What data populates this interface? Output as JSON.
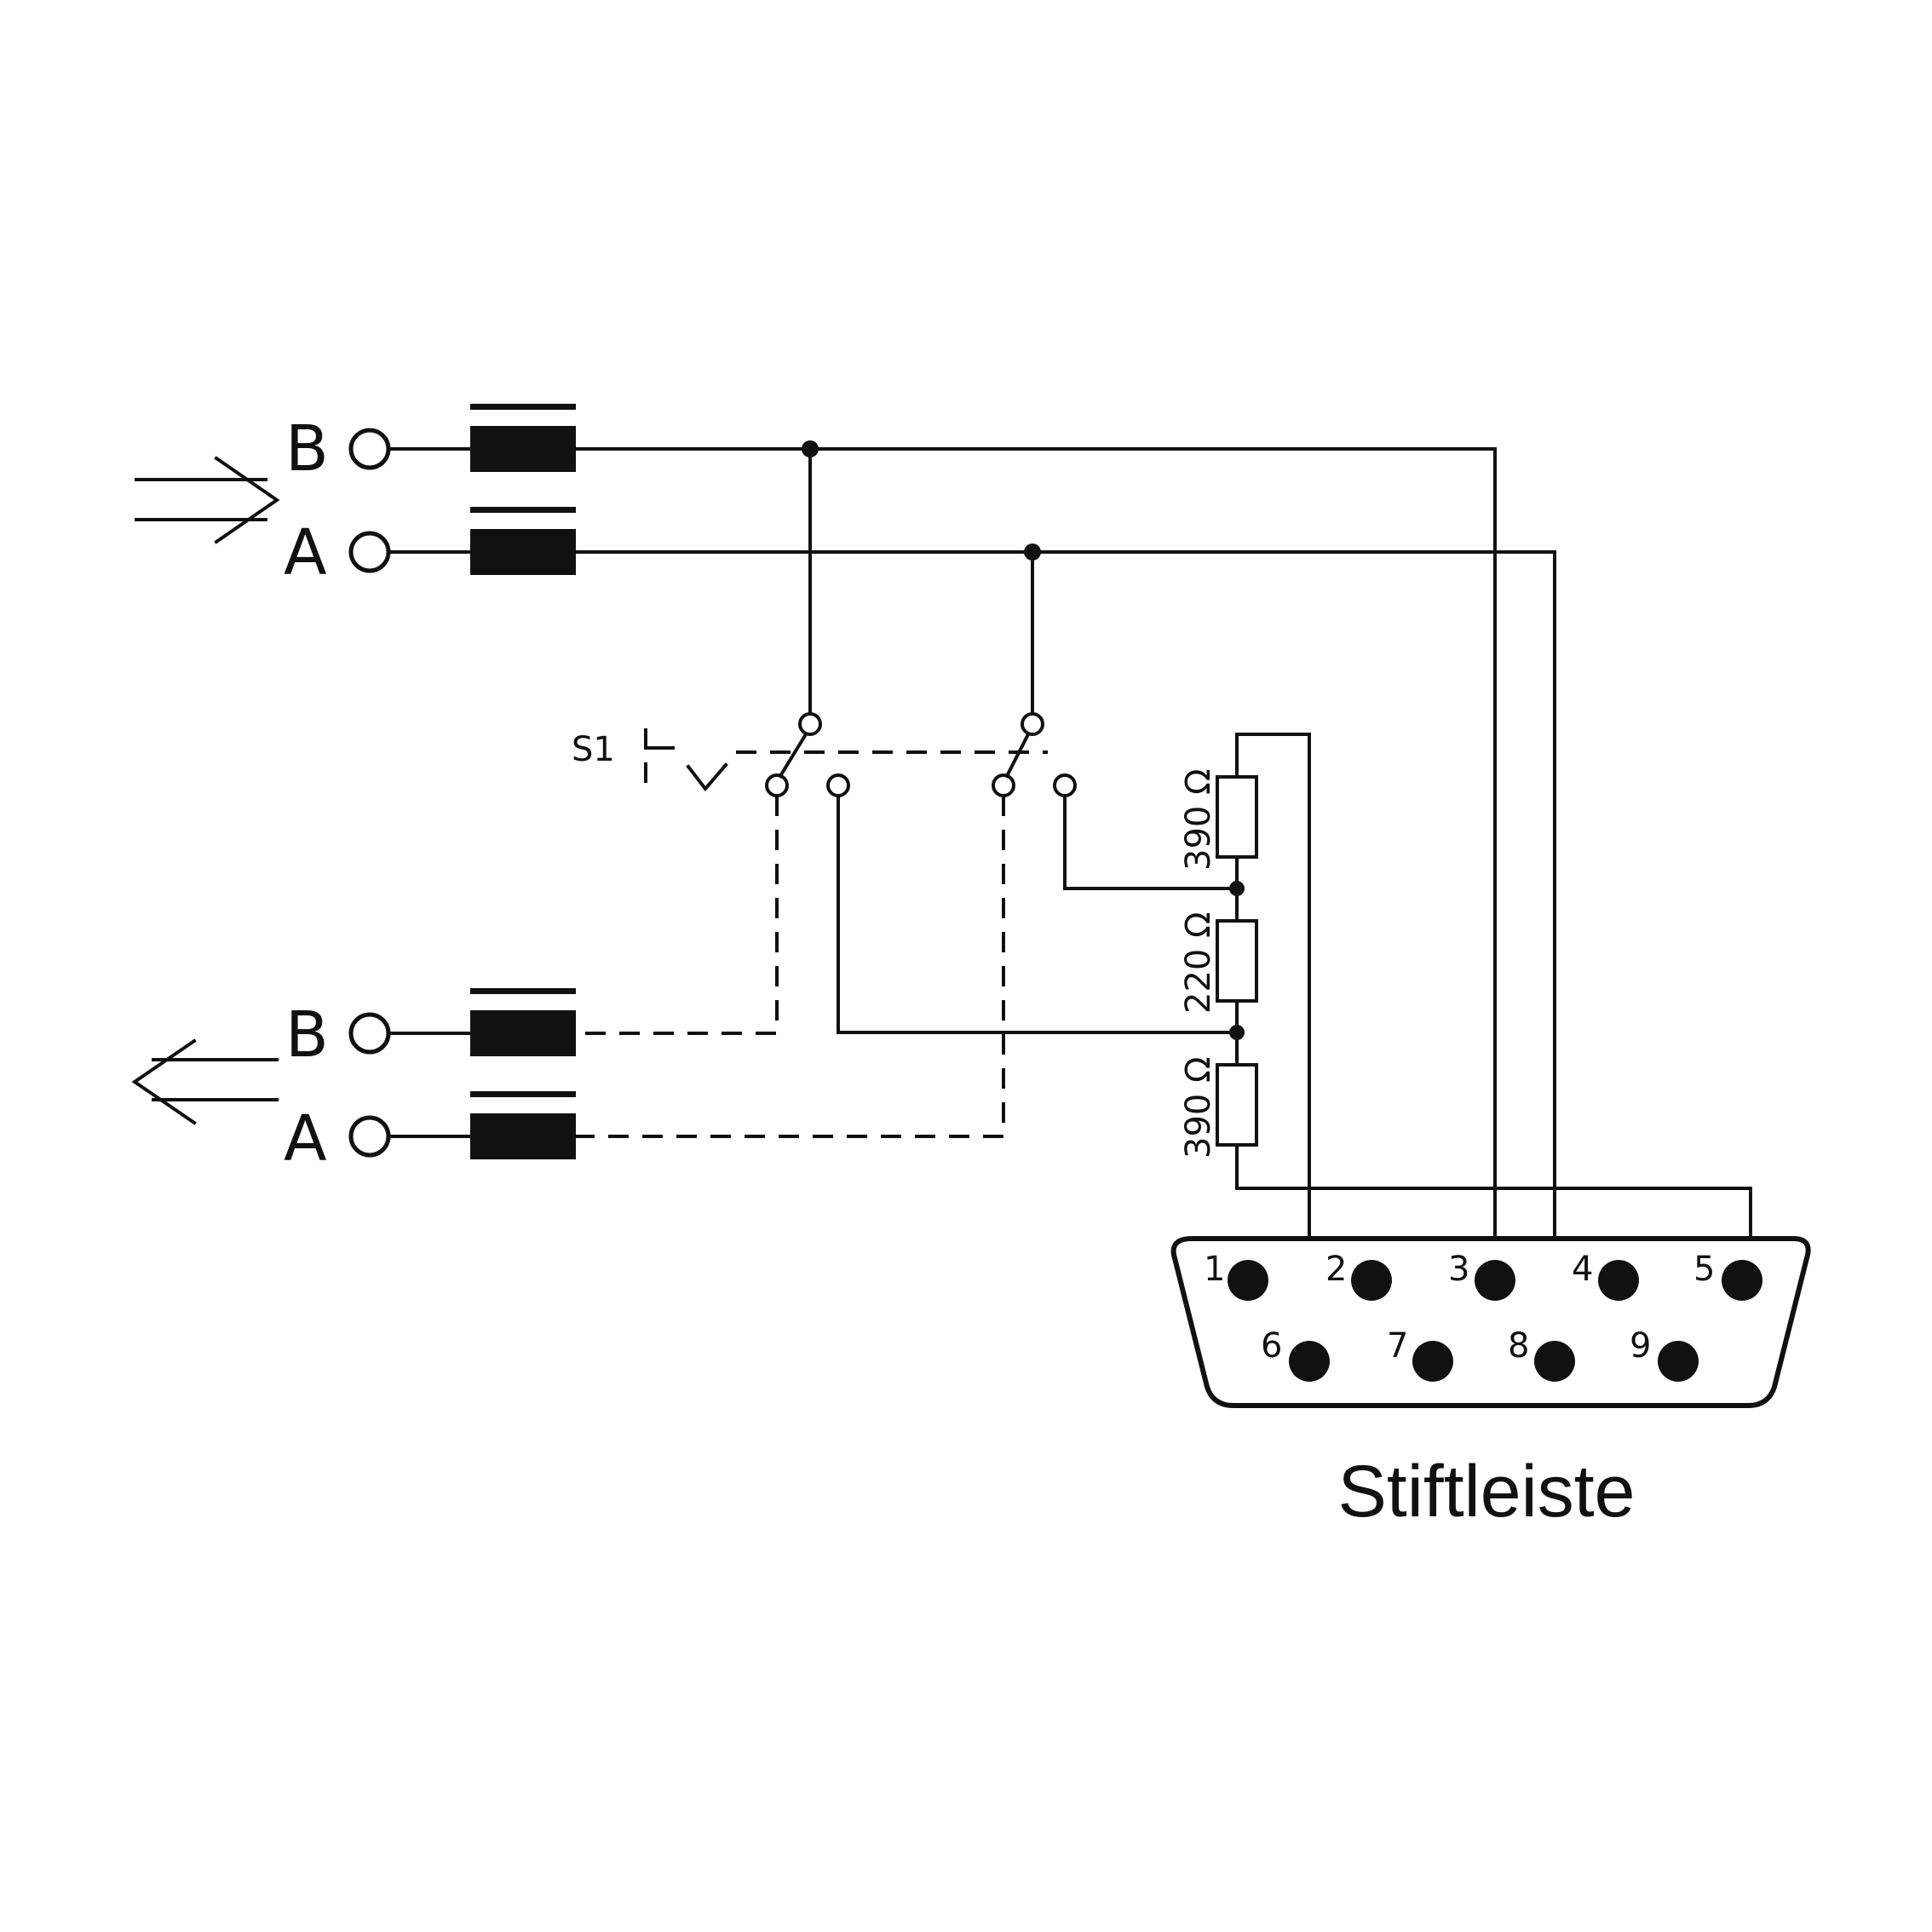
{
  "terminals": {
    "in_b": "B",
    "in_a": "A",
    "out_b": "B",
    "out_a": "A"
  },
  "switch_label": "S1",
  "resistors": {
    "top": "390 Ω",
    "middle": "220 Ω",
    "bottom": "390 Ω"
  },
  "connector": {
    "label": "Stiftleiste",
    "pins": [
      "1",
      "2",
      "3",
      "4",
      "5",
      "6",
      "7",
      "8",
      "9"
    ]
  }
}
